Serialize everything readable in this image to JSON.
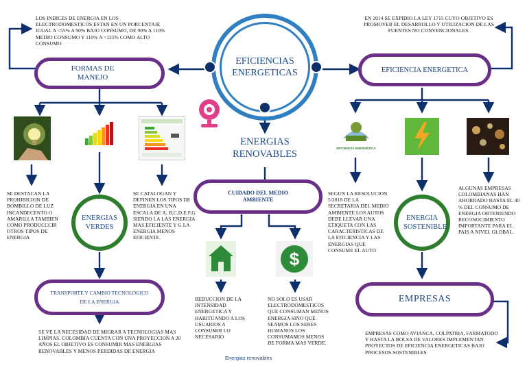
{
  "center": {
    "title": "EFICIENCIAS ENERGETICAS"
  },
  "branches": {
    "formas": {
      "label": "FORMAS DE MANEJO",
      "note": "LOS INDICES DE ENERGIA EN LOS ELECTRODOMESTICOS ESTAN EN UN PORCENTAJE IGUAL A <55% A 90% BAJO CONSUMO, DE 90% A 110% MEDIO CONSUMO Y 110% A >125% COMO ALTO CONSUMO",
      "left_text": "SE DESTACAN LA PROHIBICION DE BOMBILLO DE LUZ INCANDECENTO O AMARILLA TAMBIEN COMO PRODUCCCIR OTROS TIPOS DE ENERGIA",
      "right_text": "SE CATALOGAN Y DEFINEN LOS TIPOS DE ENERGIA EN UNA ESCALA DE A, B,C,D,E,F,G SIENDO LA LAS ENERGIA MAS EFICIENTE Y G LA ENERGIA MENOS EFICIENTE."
    },
    "verdes": {
      "label": "ENERGIAS VERDES",
      "transport_label": "TRANSPORTE Y CAMBIO TECNOLOGICO DE LA ENERGIA",
      "transport_text": "SE VE LA NECESIDAD DE MIGRAR A TECNOLOGIAS MAS LIMPIAS. COLOMBIA CUENTA CON UNA PROYECCION A 20 AÑOS EL OBJETIVO ES CONSUMIR MAS ENERGIAS RENOVABLES Y MENOS PERDIDAS DE ENERGIA"
    },
    "renovables": {
      "label": "ENERGIAS RENOVABLES",
      "cuidado_label": "CUIDADO DEL MEDIO AMBIENTE",
      "left_text": "REDUCCION DE LA INTENSIDAD ENERGETICA Y HABITUANDO A LOS USUARIOS A CONSUMIR LO NECESARIO",
      "right_text": "NO SOLO ES USAR ELECTRODOMESTICOS QUE CONSUMAN MENOS ENERGIA SINO QUE SEAMOS LOS SERES HUMANOS LOS CONSUMAMOS MENOS DE FORMA MAS VERDE.",
      "caption": "Energias renovables"
    },
    "eficiencia": {
      "label": "EFICIENCIA ENERGETICA",
      "note": "EN 2014 SE EXPIDIO LA LEY 1715 CUYO OBJETIVO ES PROMOVER EL DESARROLLO Y UTILIZACION DE LAS FUENTES NO CONVENCIONALES.",
      "left_text": "SEGUN LA RESOLUCION 5/2018 DE LA SECRETARIA DEL MEDIO AMBIENTE LOS AUTOS DEBE LLEVAR UNA ETIQUETA CON LAS CARACTERISTICAS DE LA EFICIENCIA Y LAS ENERGIAS QUE CONSUME EL AUTO",
      "right_text": "ALGUNAS EMPRESAS COLOMBIANAS HAN AHORRADO HASTA EL 40 % DEL CONSUMO DE ENERGIA OBTENIENDO RECONOCIMIENTO IMPORTANTE PARA EL PAIS A NIVEL GLOBAL.",
      "icon_caption": "EFICIENCIA ENERGÉTICA"
    },
    "sostenible": {
      "label": "ENERGIA SOSTENIBLE"
    },
    "empresas": {
      "label": "EMPRESAS",
      "text": "EMPRESAS COMO AVIANCA, COLPATRIA, FARMATODO Y HASTA LA BOLSA DE VALORES IMPLEMENTAN PROYECTOS DE EFICIENCIA ENERGETICAS BAJO PROCESOS SOSTENIBLES"
    }
  },
  "colors": {
    "accent_purple": "#6a2f86",
    "navy": "#1b3f7a",
    "green": "#2e7d2e",
    "center_blue": "#2f7fc1",
    "webcam_pink": "#e0408a"
  }
}
